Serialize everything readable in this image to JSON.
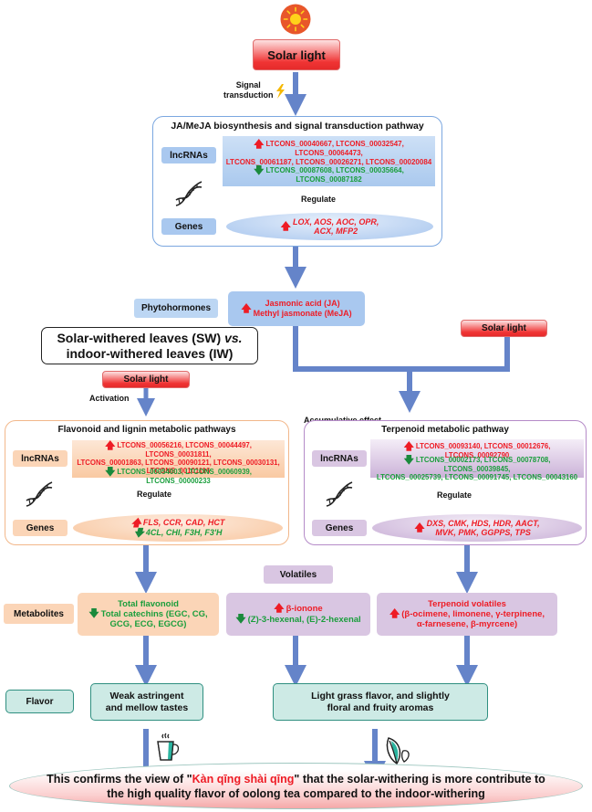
{
  "top": {
    "sun_icon": "sun-icon",
    "solar_light": "Solar light",
    "signal_transduction": [
      "Signal",
      "transduction"
    ],
    "lightning_icon": "lightning-icon"
  },
  "ja_pathway": {
    "title": "JA/MeJA biosynthesis and signal transduction pathway",
    "lncrnas_label": "lncRNAs",
    "genes_label": "Genes",
    "regulate": "Regulate",
    "lncrnas_up": [
      "LTCONS_00040667, LTCONS_00032547, LTCONS_00064473,",
      "LTCONS_00061187, LTCONS_00026271, LTCONS_00020084"
    ],
    "lncrnas_down": "LTCONS_00087608, LTCONS_00035664, LTCONS_00087182",
    "genes_up": [
      "LOX, AOS, AOC, OPR,",
      "ACX, MFP2"
    ]
  },
  "phytohormones": {
    "label": "Phytohormones",
    "items": [
      "Jasmonic acid (JA)",
      "Methyl jasmonate (MeJA)"
    ]
  },
  "comparison": {
    "line1": "Solar-withered leaves (SW) ",
    "vs": "vs.",
    "line2": "indoor-withered leaves (IW)"
  },
  "solar_light_left": "Solar light",
  "solar_light_right": "Solar light",
  "activation": "Activation",
  "accumulative_effect": "Accumulative effect",
  "flavonoid_pathway": {
    "title": "Flavonoid and lignin metabolic pathways",
    "lncrnas_label": "lncRNAs",
    "genes_label": "Genes",
    "regulate": "Regulate",
    "lncrnas_up": [
      "LTCONS_00056216, LTCONS_00044497, LTCONS_00031811,",
      "LTCONS_00001863, LTCONS_00090121, LTCONS_00030131,",
      "LTCONS_00101116"
    ],
    "lncrnas_down": "LTCONS_00054003, LTCONS_00060939, LTCONS_00000233",
    "genes_up": "FLS, CCR, CAD, HCT",
    "genes_down": "4CL, CHI, F3H, F3'H"
  },
  "terpenoid_pathway": {
    "title": "Terpenoid metabolic pathway",
    "lncrnas_label": "lncRNAs",
    "genes_label": "Genes",
    "regulate": "Regulate",
    "lncrnas_up": "LTCONS_00093140, LTCONS_00012676, LTCONS_00092790",
    "lncrnas_down": [
      "LTCONS_00002173, LTCONS_00078708, LTCONS_00039845,",
      "LTCONS_00025739, LTCONS_00091745, LTCONS_00043160"
    ],
    "genes_up": [
      "DXS, CMK, HDS, HDR, AACT,",
      "MVK, PMK, GGPPS, TPS"
    ]
  },
  "metabolites": {
    "label": "Metabolites",
    "volatiles_label": "Volatiles",
    "flavonoid_box": {
      "line1": "Total flavonoid",
      "line2": "Total catechins (EGC, CG,",
      "line3": "GCG, ECG, EGCG)"
    },
    "volatiles_box": {
      "up": "β-ionone",
      "down": "(Z)-3-hexenal, (E)-2-hexenal"
    },
    "terpenoid_box": {
      "line1": "Terpenoid volatiles",
      "line2": "(β-ocimene, limonene, γ-terpinene,",
      "line3": "α-farnesene, β-myrcene)"
    }
  },
  "flavor": {
    "label": "Flavor",
    "taste": [
      "Weak astringent",
      "and mellow tastes"
    ],
    "aroma": [
      "Light grass flavor, and slightly",
      "floral and fruity aromas"
    ],
    "cup_icon": "tea-cup-icon",
    "leaf_icon": "tea-leaf-icon"
  },
  "conclusion": {
    "pre": "This confirms the view of \"",
    "highlight": "Kàn qīng shài qīng",
    "post": "\" that the solar-withering is more contribute to",
    "line2": "the high quality flavor of oolong tea compared to the indoor-withering"
  },
  "colors": {
    "arrow": "#6584c9",
    "up": "#ee1c25",
    "down": "#1a9e3c",
    "blue_panel": "#a9c8ef",
    "orange_panel": "#fbd5b7",
    "purple_panel": "#d9c6e2",
    "teal_panel": "#cdeae5"
  }
}
